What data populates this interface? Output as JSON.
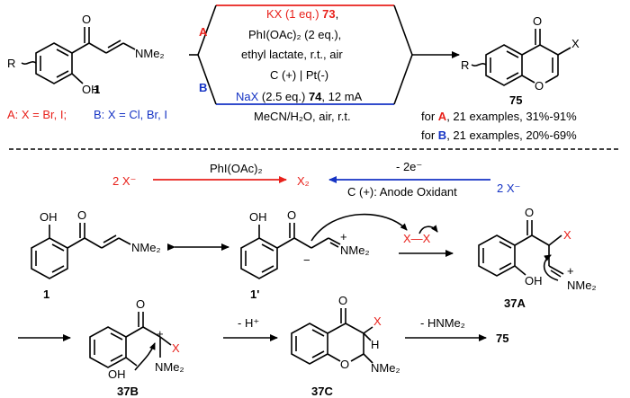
{
  "top": {
    "route_a_label": "A",
    "route_b_label": "B",
    "route_a_reagent_1": "KX (1 eq.) ",
    "route_a_reagent_1_num": "73",
    "route_a_reagent_1_suffix": ",",
    "route_a_reagent_2": "PhI(OAc)₂ (2 eq.),",
    "route_a_reagent_3": "ethyl lactate, r.t., air",
    "route_b_reagent_1": "C (+) | Pt(-)",
    "route_b_reagent_2a": "NaX",
    "route_b_reagent_2b": " (2.5 eq.) ",
    "route_b_reagent_2_num": "74",
    "route_b_reagent_2c": ", 12 mA",
    "route_b_reagent_3": "MeCN/H₂O, air, r.t.",
    "sm_substituent_R": "R",
    "sm_OH": "OH",
    "sm_O": "O",
    "sm_NMe2": "NMe₂",
    "sm_number": "1",
    "product_R": "R",
    "product_O": "O",
    "product_ring_O": "O",
    "product_X": "X",
    "product_number": "75",
    "scope_a_prefix": "A: X = Br, I;",
    "scope_b_prefix": "B: X = Cl, Br, I",
    "scope_for_a_text": "for ",
    "scope_for_a_letter": "A",
    "scope_for_a_rest": ", 21 examples, 31%-91%",
    "scope_for_b_text": "for ",
    "scope_for_b_letter": "B",
    "scope_for_b_rest": ", 21 examples, 20%-69%"
  },
  "mechanism": {
    "halide_left": "2 X⁻",
    "oxidant_left": "PhI(OAc)₂",
    "halogen": "X₂",
    "electron": "- 2e⁻",
    "anode": "C (+): Anode Oxidant",
    "halide_right": "2 X⁻",
    "cpd1_label": "1",
    "cpd1p_label": "1'",
    "cpd37A_label": "37A",
    "cpd37B_label": "37B",
    "cpd37C_label": "37C",
    "oh": "OH",
    "o": "O",
    "nme2": "NMe₂",
    "x": "X",
    "xx": "X—X",
    "h": "H",
    "step_deprotonation": "- H⁺",
    "step_elimination": "- HNMe₂",
    "final_product": "75",
    "plus": "+",
    "minus": "−"
  },
  "colors": {
    "red": "#e8211b",
    "blue": "#1533c4"
  }
}
